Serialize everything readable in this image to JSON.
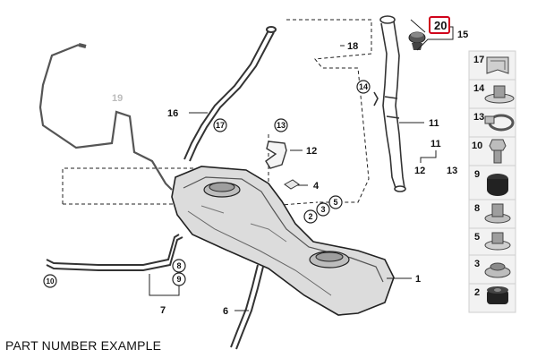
{
  "diagram": {
    "footer_caption": "PART NUMBER EXAMPLE",
    "highlight_part": "20",
    "highlight_color": "#d0021b",
    "line_color": "#222222",
    "labels": [
      {
        "id": "label-20",
        "text": "20",
        "highlighted": true
      },
      {
        "id": "label-15",
        "text": "15"
      },
      {
        "id": "label-18",
        "text": "18"
      },
      {
        "id": "label-19",
        "text": "19",
        "faded": true
      },
      {
        "id": "label-16",
        "text": "16"
      },
      {
        "id": "label-11a",
        "text": "11"
      },
      {
        "id": "label-12a",
        "text": "12"
      },
      {
        "id": "label-11b",
        "text": "11"
      },
      {
        "id": "label-12b",
        "text": "12"
      },
      {
        "id": "label-13b",
        "text": "13"
      },
      {
        "id": "label-4",
        "text": "4"
      },
      {
        "id": "label-1",
        "text": "1"
      },
      {
        "id": "label-7",
        "text": "7"
      },
      {
        "id": "label-6",
        "text": "6"
      }
    ],
    "callouts": [
      {
        "id": "callout-14",
        "text": "14"
      },
      {
        "id": "callout-17",
        "text": "17"
      },
      {
        "id": "callout-13",
        "text": "13"
      },
      {
        "id": "callout-2",
        "text": "2"
      },
      {
        "id": "callout-3",
        "text": "3"
      },
      {
        "id": "callout-5",
        "text": "5"
      },
      {
        "id": "callout-8",
        "text": "8"
      },
      {
        "id": "callout-9",
        "text": "9"
      },
      {
        "id": "callout-10",
        "text": "10"
      }
    ],
    "legend": [
      {
        "part": "17",
        "icon": "hose-clamp-icon"
      },
      {
        "part": "14",
        "icon": "grommet-nut-icon"
      },
      {
        "part": "13",
        "icon": "worm-clamp-icon"
      },
      {
        "part": "10",
        "icon": "bolt-icon"
      },
      {
        "part": "9",
        "icon": "rubber-mount-icon"
      },
      {
        "part": "8",
        "icon": "washer-nut-icon"
      },
      {
        "part": "5",
        "icon": "flange-nut-icon"
      },
      {
        "part": "3",
        "icon": "collar-nut-icon"
      },
      {
        "part": "2",
        "icon": "rubber-bushing-icon"
      }
    ]
  }
}
